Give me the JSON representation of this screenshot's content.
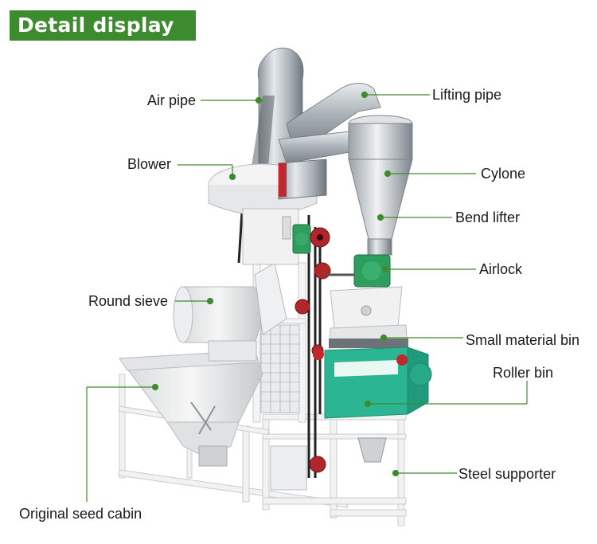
{
  "header": {
    "title": "Detail display"
  },
  "colors": {
    "header_bg": "#3d8b2f",
    "leader_line": "#3d8b2f",
    "machine_teal": "#2bb592",
    "pulley_red": "#b0262b",
    "frame_white": "#f2f2f2",
    "steel": "#c7ccd1"
  },
  "labels": {
    "air_pipe": "Air pipe",
    "lifting_pipe": "Lifting pipe",
    "blower": "Blower",
    "cyclone": "Cylone",
    "bend_lifter": "Bend lifter",
    "airlock": "Airlock",
    "round_sieve": "Round sieve",
    "small_material_bin": "Small material bin",
    "roller_bin": "Roller bin",
    "steel_supporter": "Steel supporter",
    "original_seed_cabin": "Original seed cabin"
  }
}
